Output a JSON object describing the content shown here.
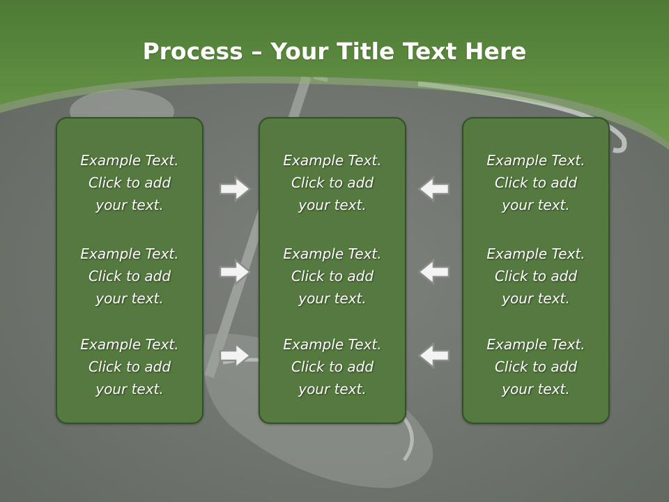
{
  "title": {
    "bold": "Process",
    "rest": " – Your Title Text Here"
  },
  "colors": {
    "header_green": "#5b8c3f",
    "box_fill": "#557a3f",
    "box_border": "#34502a",
    "background": "#737873",
    "text": "#ffffff"
  },
  "columns": [
    {
      "items": [
        "Example Text.\nClick  to add\nyour text.",
        "Example Text.\nClick  to add\nyour text.",
        "Example Text.\nClick  to add\nyour text."
      ]
    },
    {
      "items": [
        "Example Text.\nClick  to add\nyour text.",
        "Example Text.\nClick  to add\nyour text.",
        "Example Text.\nClick  to add\nyour text."
      ]
    },
    {
      "items": [
        "Example Text.\nClick  to add\nyour text.",
        "Example Text.\nClick  to add\nyour text.",
        "Example Text.\nClick  to add\nyour text."
      ]
    }
  ],
  "arrows": {
    "left_column": [
      "arrow-right-icon",
      "arrow-right-icon",
      "arrow-right-icon"
    ],
    "right_column": [
      "arrow-left-icon",
      "arrow-left-icon",
      "arrow-left-icon"
    ]
  }
}
